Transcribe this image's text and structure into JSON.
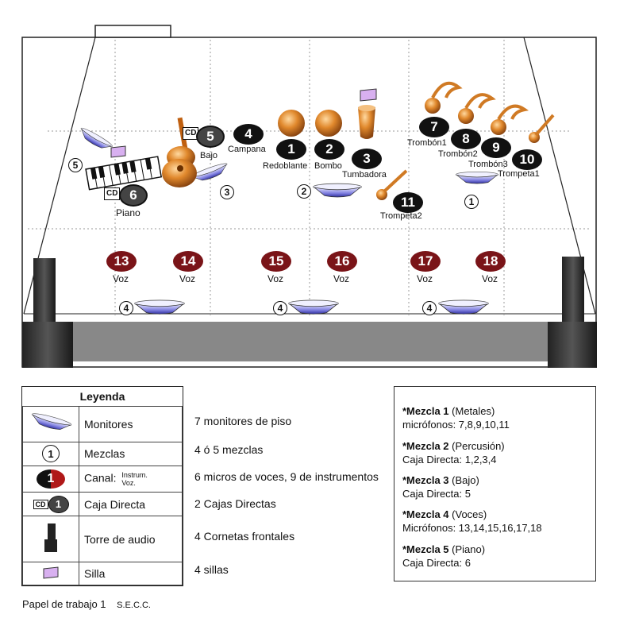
{
  "instruments": {
    "n1": {
      "num": "1",
      "label": "Redoblante"
    },
    "n2": {
      "num": "2",
      "label": "Bombo"
    },
    "n3": {
      "num": "3",
      "label": "Tumbadora"
    },
    "n4": {
      "num": "4",
      "label": "Campana"
    },
    "n5": {
      "num": "5",
      "label": "Bajo",
      "cd": "CD"
    },
    "n6": {
      "num": "6",
      "label": "Piano",
      "cd": "CD"
    },
    "n7": {
      "num": "7",
      "label": "Trombón1"
    },
    "n8": {
      "num": "8",
      "label": "Trombón2"
    },
    "n9": {
      "num": "9",
      "label": "Trombón3"
    },
    "n10": {
      "num": "10",
      "label": "Trompeta1"
    },
    "n11": {
      "num": "11",
      "label": "Trompeta2"
    }
  },
  "voices": [
    {
      "num": "13",
      "label": "Voz"
    },
    {
      "num": "14",
      "label": "Voz"
    },
    {
      "num": "15",
      "label": "Voz"
    },
    {
      "num": "16",
      "label": "Voz"
    },
    {
      "num": "17",
      "label": "Voz"
    },
    {
      "num": "18",
      "label": "Voz"
    }
  ],
  "monitor_mix_numbers": {
    "m5": "5",
    "m3": "3",
    "m2": "2",
    "m1": "1",
    "m4a": "4",
    "m4b": "4",
    "m4c": "4"
  },
  "legend": {
    "title": "Leyenda",
    "rows": [
      {
        "icon": "monitor-icon",
        "label": "Monitores",
        "desc": "7 monitores de piso"
      },
      {
        "icon": "mix-icon",
        "label": "Mezclas",
        "desc": "4 ó 5 mezclas",
        "sym": "1"
      },
      {
        "icon": "channel-icon",
        "label": "Canal:",
        "sub1": "Instrum.",
        "sub2": "Voz.",
        "desc": "6 micros de voces, 9 de instrumentos",
        "sym": "1"
      },
      {
        "icon": "direct-box-icon",
        "label": "Caja Directa",
        "desc": "2 Cajas Directas",
        "cd": "CD",
        "sym": "1"
      },
      {
        "icon": "speaker-tower-icon",
        "label": "Torre de audio",
        "desc": "4 Cornetas frontales"
      },
      {
        "icon": "chair-icon",
        "label": "Silla",
        "desc": "4 sillas"
      }
    ]
  },
  "mixes": [
    {
      "title": "*Mezcla 1",
      "sub": "(Metales)",
      "detail": "micrófonos: 7,8,9,10,11"
    },
    {
      "title": "*Mezcla 2",
      "sub": "(Percusión)",
      "detail": "Caja Directa: 1,2,3,4"
    },
    {
      "title": "*Mezcla 3",
      "sub": "(Bajo)",
      "detail": "Caja Directa: 5"
    },
    {
      "title": "*Mezcla 4",
      "sub": "(Voces)",
      "detail": "Micrófonos: 13,14,15,16,17,18"
    },
    {
      "title": "*Mezcla 5",
      "sub": "(Piano)",
      "detail": "Caja Directa: 6"
    }
  ],
  "footer": {
    "title": "Papel de trabajo 1",
    "author": "S.E.C.C."
  },
  "colors": {
    "channel_black": "#111111",
    "voice_red": "#7a1418",
    "monitor_blue": "#7878d8",
    "chair_purple": "#c49be0",
    "stage_front": "#888888",
    "instrument_copper": "#d07a24"
  }
}
